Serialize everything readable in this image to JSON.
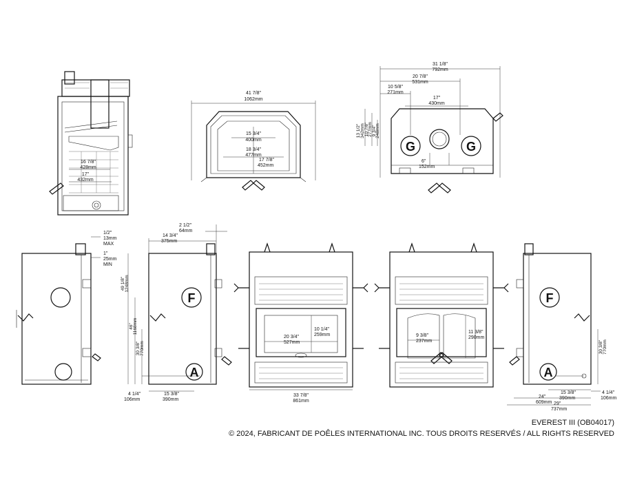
{
  "dimensions": {
    "side_section": {
      "d1": "16 7/8\"",
      "d1_mm": "428mm",
      "d2": "17\"",
      "d2_mm": "432mm"
    },
    "top_front": {
      "width": "41 7/8\"",
      "width_mm": "1062mm",
      "a": "15 3/4\"",
      "a_mm": "400mm",
      "b": "18 3/4\"",
      "b_mm": "477mm",
      "c": "17 7/8\"",
      "c_mm": "452mm"
    },
    "top_back": {
      "w1": "31 1/8\"",
      "w1_mm": "792mm",
      "w2": "20 7/8\"",
      "w2_mm": "531mm",
      "w3": "10 5/8\"",
      "w3_mm": "271mm",
      "w4": "17\"",
      "w4_mm": "430mm",
      "h1": "13 1/2\"",
      "h1_mm": "342mm",
      "h2": "10 7/8\"",
      "h2_mm": "277mm",
      "h3": "9 3/4\"",
      "h3_mm": "248mm",
      "d": "6\"",
      "d_mm": "152mm"
    },
    "left_side": {
      "clear1": "1/2\"",
      "clear1_mm": "13mm",
      "clear1_tag": "MAX",
      "clear2": "1\"",
      "clear2_mm": "25mm",
      "clear2_tag": "MIN",
      "w_top": "14 3/4\"",
      "w_top_mm": "375mm",
      "w_small": "2 1/2\"",
      "w_small_mm": "64mm",
      "h_total": "49 1/8\"",
      "h_total_mm": "1248mm",
      "h_mid": "46\"",
      "h_mid_mm": "1168mm",
      "h_low": "30 3/8\"",
      "h_low_mm": "770mm",
      "h_bottom": "4 1/4\"",
      "h_bottom_mm": "106mm",
      "w_bottom": "15 3/8\"",
      "w_bottom_mm": "390mm"
    },
    "front": {
      "width": "33 7/8\"",
      "width_mm": "861mm",
      "glass_w": "20 3/4\"",
      "glass_w_mm": "527mm",
      "glass_h": "10 1/4\"",
      "glass_h_mm": "259mm"
    },
    "front_doors": {
      "door_w": "9 3/8\"",
      "door_w_mm": "237mm",
      "door_h": "11 3/8\"",
      "door_h_mm": "290mm"
    },
    "right_side": {
      "h_low": "30 3/8\"",
      "h_low_mm": "770mm",
      "h_bottom": "4 1/4\"",
      "h_bottom_mm": "106mm",
      "w1": "15 3/8\"",
      "w1_mm": "390mm",
      "w2": "24\"",
      "w2_mm": "609mm",
      "w3": "29\"",
      "w3_mm": "737mm"
    }
  },
  "labels": {
    "g": "G",
    "f": "F",
    "a": "A"
  },
  "footer": {
    "model": "EVEREST III (OB04017)",
    "copyright": "© 2024, FABRICANT DE POÊLES INTERNATIONAL INC. TOUS DROITS RESERVÉS / ALL RIGHTS RESERVED"
  }
}
